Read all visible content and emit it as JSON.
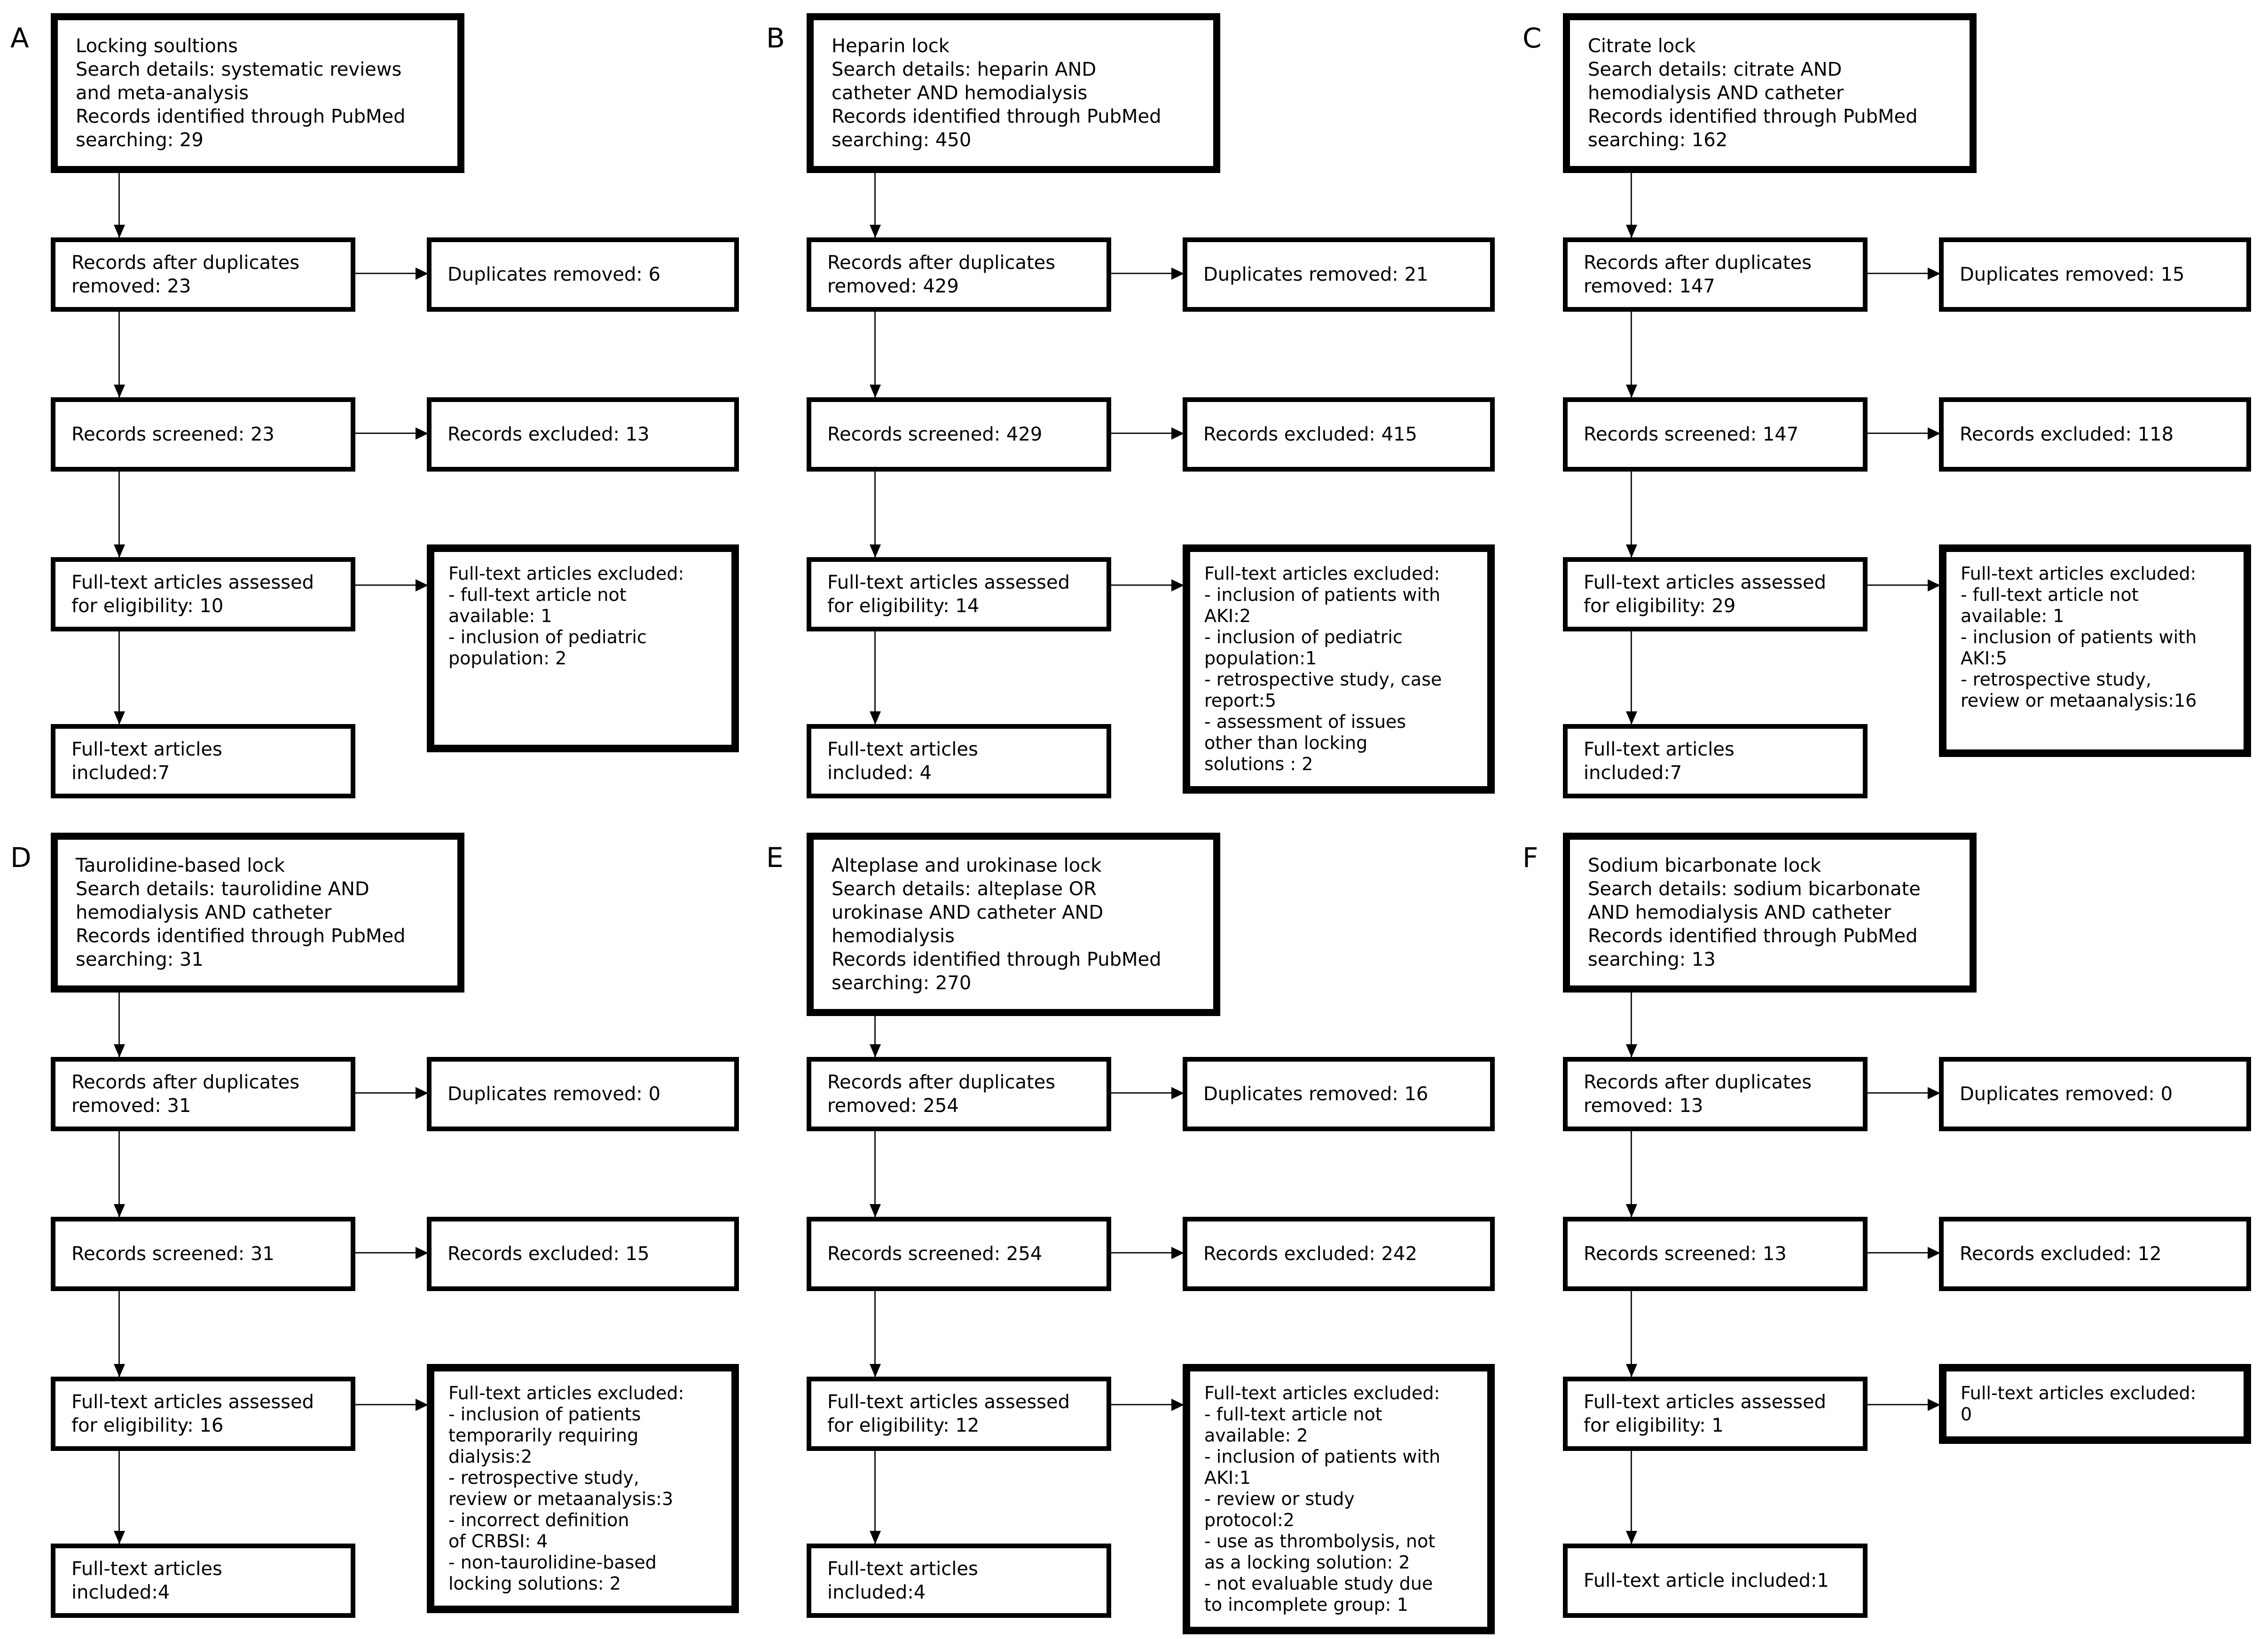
{
  "colors": {
    "background": "#ffffff",
    "box_border": "#000000",
    "text": "#000000",
    "arrow": "#1a1a1a"
  },
  "panels": [
    {
      "label": "A",
      "identification": "Locking soultions\nSearch details: systematic reviews\nand meta-analysis\nRecords identified through PubMed\nsearching: 29",
      "records_after_duplicates": "Records after duplicates\nremoved: 23",
      "duplicates_removed": "Duplicates removed: 6",
      "records_screened": "Records screened: 23",
      "records_excluded": "Records excluded: 13",
      "fulltext_assessed": "Full-text articles assessed\nfor eligibility: 10",
      "fulltext_excluded": "Full-text articles excluded:\n- full-text article not\navailable: 1\n- inclusion of pediatric\npopulation: 2",
      "fulltext_included": "Full-text articles\nincluded:7"
    },
    {
      "label": "B",
      "identification": "Heparin lock\nSearch details: heparin AND\ncatheter AND hemodialysis\nRecords identified through PubMed\nsearching: 450",
      "records_after_duplicates": "Records after duplicates\nremoved: 429",
      "duplicates_removed": "Duplicates removed: 21",
      "records_screened": "Records screened: 429",
      "records_excluded": "Records excluded: 415",
      "fulltext_assessed": "Full-text articles assessed\nfor eligibility: 14",
      "fulltext_excluded": "Full-text articles excluded:\n- inclusion of patients with\nAKI:2\n- inclusion of pediatric\npopulation:1\n- retrospective study, case\nreport:5\n- assessment of issues\nother than locking\nsolutions : 2",
      "fulltext_included": "Full-text articles\nincluded: 4"
    },
    {
      "label": "C",
      "identification": "Citrate lock\nSearch details: citrate AND\nhemodialysis AND catheter\nRecords identified through PubMed\nsearching: 162",
      "records_after_duplicates": "Records after duplicates\nremoved: 147",
      "duplicates_removed": "Duplicates removed: 15",
      "records_screened": "Records screened: 147",
      "records_excluded": "Records excluded: 118",
      "fulltext_assessed": "Full-text articles assessed\nfor eligibility: 29",
      "fulltext_excluded": "Full-text articles excluded:\n- full-text article not\navailable: 1\n- inclusion of patients with\nAKI:5\n- retrospective study,\nreview or metaanalysis:16",
      "fulltext_included": "Full-text articles\nincluded:7"
    },
    {
      "label": "D",
      "identification": "Taurolidine-based lock\nSearch details: taurolidine AND\nhemodialysis AND catheter\nRecords identified through PubMed\nsearching: 31",
      "records_after_duplicates": "Records after duplicates\nremoved: 31",
      "duplicates_removed": "Duplicates removed: 0",
      "records_screened": "Records screened: 31",
      "records_excluded": "Records excluded: 15",
      "fulltext_assessed": "Full-text articles assessed\nfor eligibility: 16",
      "fulltext_excluded": "Full-text articles excluded:\n- inclusion of patients\ntemporarily requiring\ndialysis:2\n- retrospective study,\nreview or metaanalysis:3\n- incorrect definition\nof CRBSI: 4\n- non-taurolidine-based\nlocking solutions: 2",
      "fulltext_included": "Full-text articles\nincluded:4"
    },
    {
      "label": "E",
      "identification": "Alteplase and urokinase lock\nSearch details: alteplase OR\nurokinase AND catheter AND\nhemodialysis\nRecords identified through PubMed\nsearching: 270",
      "records_after_duplicates": "Records after duplicates\nremoved: 254",
      "duplicates_removed": "Duplicates removed: 16",
      "records_screened": "Records screened: 254",
      "records_excluded": "Records excluded: 242",
      "fulltext_assessed": "Full-text articles assessed\nfor eligibility: 12",
      "fulltext_excluded": "Full-text articles excluded:\n- full-text article not\navailable: 2\n- inclusion of patients with\nAKI:1\n- review or study\nprotocol:2\n- use as thrombolysis, not\nas a locking solution: 2\n- not evaluable study due\nto incomplete group: 1",
      "fulltext_included": "Full-text articles\nincluded:4"
    },
    {
      "label": "F",
      "identification": "Sodium bicarbonate lock\nSearch details: sodium bicarbonate\nAND hemodialysis AND catheter\nRecords identified through PubMed\nsearching: 13",
      "records_after_duplicates": "Records after duplicates\nremoved: 13",
      "duplicates_removed": "Duplicates removed: 0",
      "records_screened": "Records screened: 13",
      "records_excluded": "Records excluded: 12",
      "fulltext_assessed": "Full-text articles assessed\nfor eligibility: 1",
      "fulltext_excluded": "Full-text articles excluded:\n0",
      "fulltext_included": "Full-text article included:1"
    }
  ]
}
